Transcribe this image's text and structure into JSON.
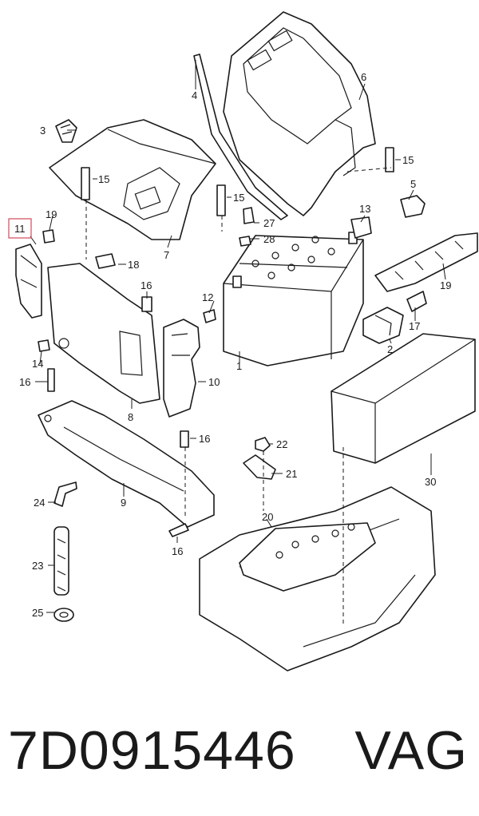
{
  "labels": {
    "p1": "1",
    "p2": "2",
    "p3": "3",
    "p4": "4",
    "p5": "5",
    "p6": "6",
    "p7": "7",
    "p8": "8",
    "p9": "9",
    "p10": "10",
    "p11": "11",
    "p12": "12",
    "p13": "13",
    "p14": "14",
    "p15a": "15",
    "p15b": "15",
    "p15c": "15",
    "p16a": "16",
    "p16b": "16",
    "p16c": "16",
    "p16d": "16",
    "p17": "17",
    "p18": "18",
    "p19a": "19",
    "p19b": "19",
    "p20": "20",
    "p21": "21",
    "p22": "22",
    "p23": "23",
    "p24": "24",
    "p25": "25",
    "p27": "27",
    "p28": "28",
    "p30": "30"
  },
  "highlight_color": "#d04a5a",
  "caption": {
    "part_number": "7D0915446",
    "brand": "VAG"
  }
}
